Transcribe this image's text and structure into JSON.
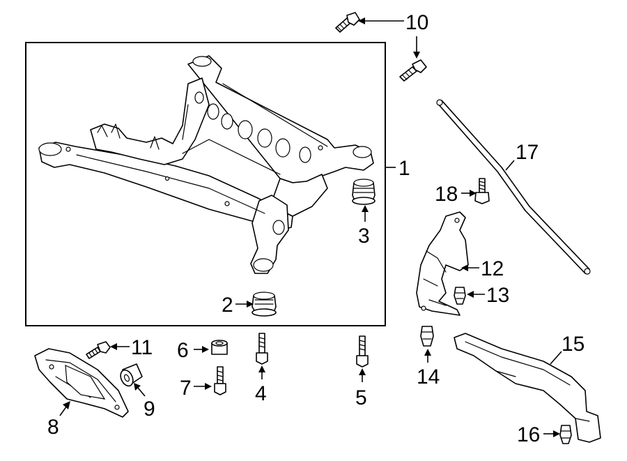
{
  "diagram": {
    "callouts": [
      {
        "id": "c1",
        "label": "1",
        "part": "Suspension crossmember"
      },
      {
        "id": "c2",
        "label": "2",
        "part": "Front crossmember bushing"
      },
      {
        "id": "c3",
        "label": "3",
        "part": "Rear crossmember bushing"
      },
      {
        "id": "c4",
        "label": "4",
        "part": "Crossmember bolt"
      },
      {
        "id": "c5",
        "label": "5",
        "part": "Crossmember bolt"
      },
      {
        "id": "c6",
        "label": "6",
        "part": "Spacer"
      },
      {
        "id": "c7",
        "label": "7",
        "part": "Bolt"
      },
      {
        "id": "c8",
        "label": "8",
        "part": "Reinforcement plate"
      },
      {
        "id": "c9",
        "label": "9",
        "part": "Bushing"
      },
      {
        "id": "c10",
        "label": "10",
        "part": "Bolt"
      },
      {
        "id": "c11",
        "label": "11",
        "part": "Bolt"
      },
      {
        "id": "c12",
        "label": "12",
        "part": "Bracket"
      },
      {
        "id": "c13",
        "label": "13",
        "part": "Clip"
      },
      {
        "id": "c14",
        "label": "14",
        "part": "Clip"
      },
      {
        "id": "c15",
        "label": "15",
        "part": "Shield"
      },
      {
        "id": "c16",
        "label": "16",
        "part": "Clip"
      },
      {
        "id": "c17",
        "label": "17",
        "part": "Rod"
      },
      {
        "id": "c18",
        "label": "18",
        "part": "Bolt"
      }
    ]
  }
}
